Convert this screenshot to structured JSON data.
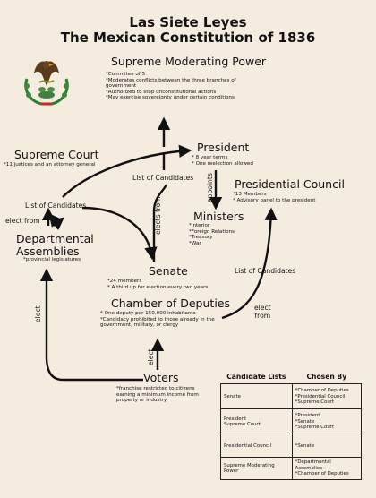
{
  "title": {
    "line1": "Las Siete Leyes",
    "line2": "The Mexican Constitution of 1836"
  },
  "nodes": {
    "smp": {
      "name": "Supreme Moderating Power",
      "details": "*Commitee of 5\n*Moderates conflicts between the three branches of government\n*Authorized to stop unconstitutional actions\n*May exercise sovereignty under certain conditions"
    },
    "president": {
      "name": "President",
      "details": "* 8 year terms\n* One reelection allowed"
    },
    "supreme_court": {
      "name": "Supreme Court",
      "details": "*11 justices and an attorney general"
    },
    "presidential_council": {
      "name": "Presidential Council",
      "details": "*13 Members\n* Advisory panel to the president"
    },
    "ministers": {
      "name": "Ministers",
      "details": "*Interior\n*Foreign Relations\n*Treasury\n*War"
    },
    "departmental_assemblies": {
      "name": "Departmental Assemblies",
      "details": "*provincial legislatures"
    },
    "senate": {
      "name": "Senate",
      "details": "*24 members\n* A third up for election every two years"
    },
    "chamber": {
      "name": "Chamber of Deputies",
      "details": "* One deputy per 150,000 inhabitants\n*Candidacy prohibited to those already in the government, military, or clergy"
    },
    "voters": {
      "name": "Voters",
      "details": "*franchise restricted to citizens earning a minimum income from property or industry"
    }
  },
  "labels": {
    "list_candidates_top": "List of Candidates",
    "list_candidates_left": "List of Candidates",
    "list_candidates_right": "List of Candidates",
    "elects_from": "elects from",
    "appoints": "appoints",
    "elect_from_left": "elect from",
    "elect_from_right": "elect\nfrom",
    "elect_left_vertical": "elect",
    "elect_voters": "elect"
  },
  "table": {
    "headers": [
      "Candidate Lists",
      "Chosen By"
    ],
    "rows": [
      {
        "list": "Senate",
        "chosen": "*Chamber of Deputies\n*Presidential Council\n*Supreme Court"
      },
      {
        "list": "President\nSupreme Court",
        "chosen": "*President\n*Senate\n*Supreme Court"
      },
      {
        "list": "Presidential Council",
        "chosen": "*Senate"
      },
      {
        "list": "Supreme Moderating Power",
        "chosen": "*Departmental Assemblies\n*Chamber of Deputies"
      }
    ]
  },
  "colors": {
    "background": "#f5ece0",
    "ink": "#111111",
    "eagle": "#5a3a1e",
    "flag_green": "#2e7d32",
    "flag_red": "#c62828"
  },
  "icons": {
    "seal": "mexican-eagle-seal"
  }
}
